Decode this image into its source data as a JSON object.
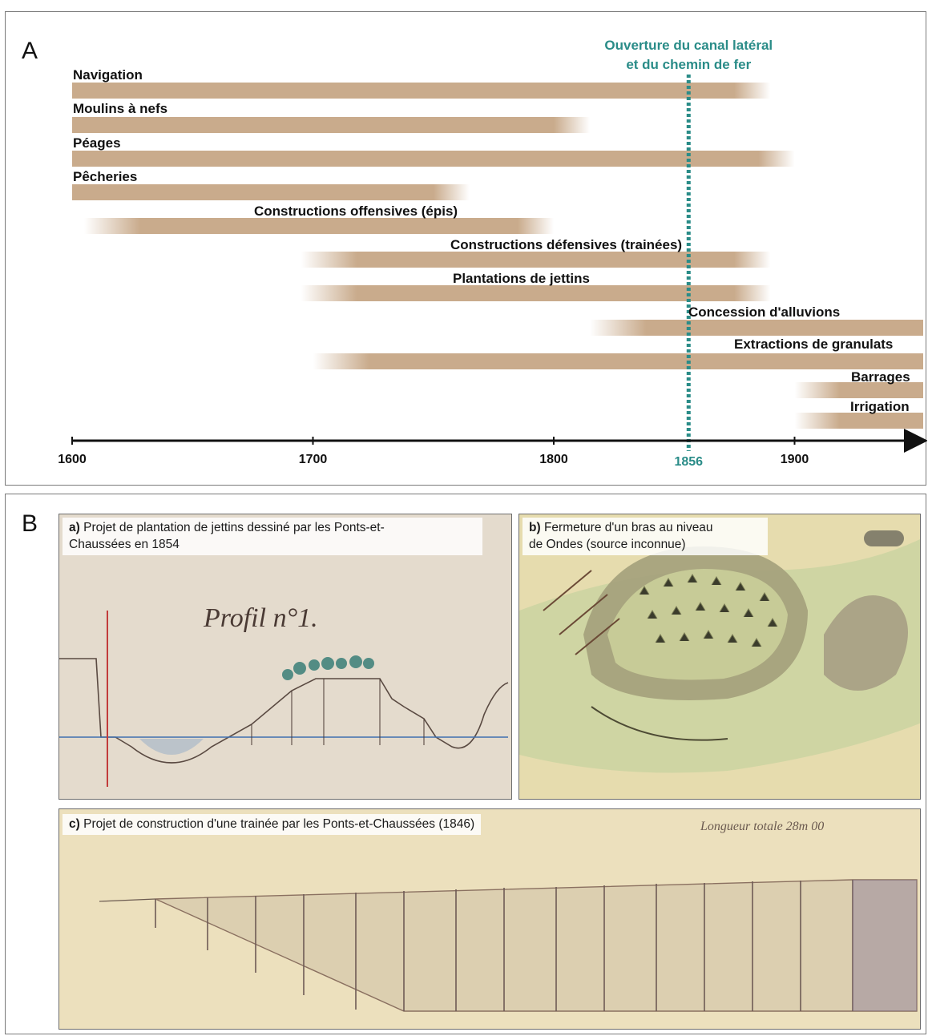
{
  "panel_a": {
    "letter": "A"
  },
  "panel_b": {
    "letter": "B"
  },
  "chart_data": {
    "type": "timeline",
    "x_axis": {
      "range": [
        1600,
        1955
      ],
      "ticks": [
        1600,
        1700,
        1800,
        1900
      ]
    },
    "marker": {
      "year": 1856,
      "label_line1": "Ouverture du canal latéral",
      "label_line2": "et du chemin de fer",
      "color": "#2a8c88"
    },
    "bar_color": "#c9ab8c",
    "series": [
      {
        "name": "Navigation",
        "start": 1600,
        "end": 1890,
        "fade_in": false
      },
      {
        "name": "Moulins à nefs",
        "start": 1600,
        "end": 1815,
        "fade_in": false
      },
      {
        "name": "Péages",
        "start": 1600,
        "end": 1900,
        "fade_in": false
      },
      {
        "name": "Pêcheries",
        "start": 1600,
        "end": 1765,
        "fade_in": false
      },
      {
        "name": "Constructions offensives (épis)",
        "start": 1605,
        "end": 1800,
        "fade_in": true
      },
      {
        "name": "Constructions défensives (trainées)",
        "start": 1695,
        "end": 1890,
        "fade_in": true
      },
      {
        "name": "Plantations de jettins",
        "start": 1695,
        "end": 1890,
        "fade_in": true
      },
      {
        "name": "Concession d'alluvions",
        "start": 1815,
        "end": 1955,
        "fade_in": true
      },
      {
        "name": "Extractions de granulats",
        "start": 1700,
        "end": 1955,
        "fade_in": true
      },
      {
        "name": "Barrages",
        "start": 1900,
        "end": 1955,
        "fade_in": true
      },
      {
        "name": "Irrigation",
        "start": 1900,
        "end": 1955,
        "fade_in": true
      }
    ]
  },
  "figures": {
    "a": {
      "letter": "a)",
      "caption": "Projet de plantation de jettins dessiné par les Ponts-et-Chaussées en 1854",
      "caption_line1": " Projet de plantation de jettins dessiné par les Ponts-et-",
      "caption_line2": "Chaussées en 1854",
      "drawing_title": "Profil n°1."
    },
    "b": {
      "letter": "b)",
      "caption_line1": " Fermeture d'un bras au niveau",
      "caption_line2": "de Ondes (source inconnue)"
    },
    "c": {
      "letter": "c)",
      "caption": " Projet de construction d'une trainée par les Ponts-et-Chaussées (1846)",
      "drawing_note": "Longueur totale 28m 00"
    }
  },
  "colors": {
    "parchment": "#eadcb4",
    "map_green": "#c9d3a0",
    "ink": "#6b4a36"
  }
}
